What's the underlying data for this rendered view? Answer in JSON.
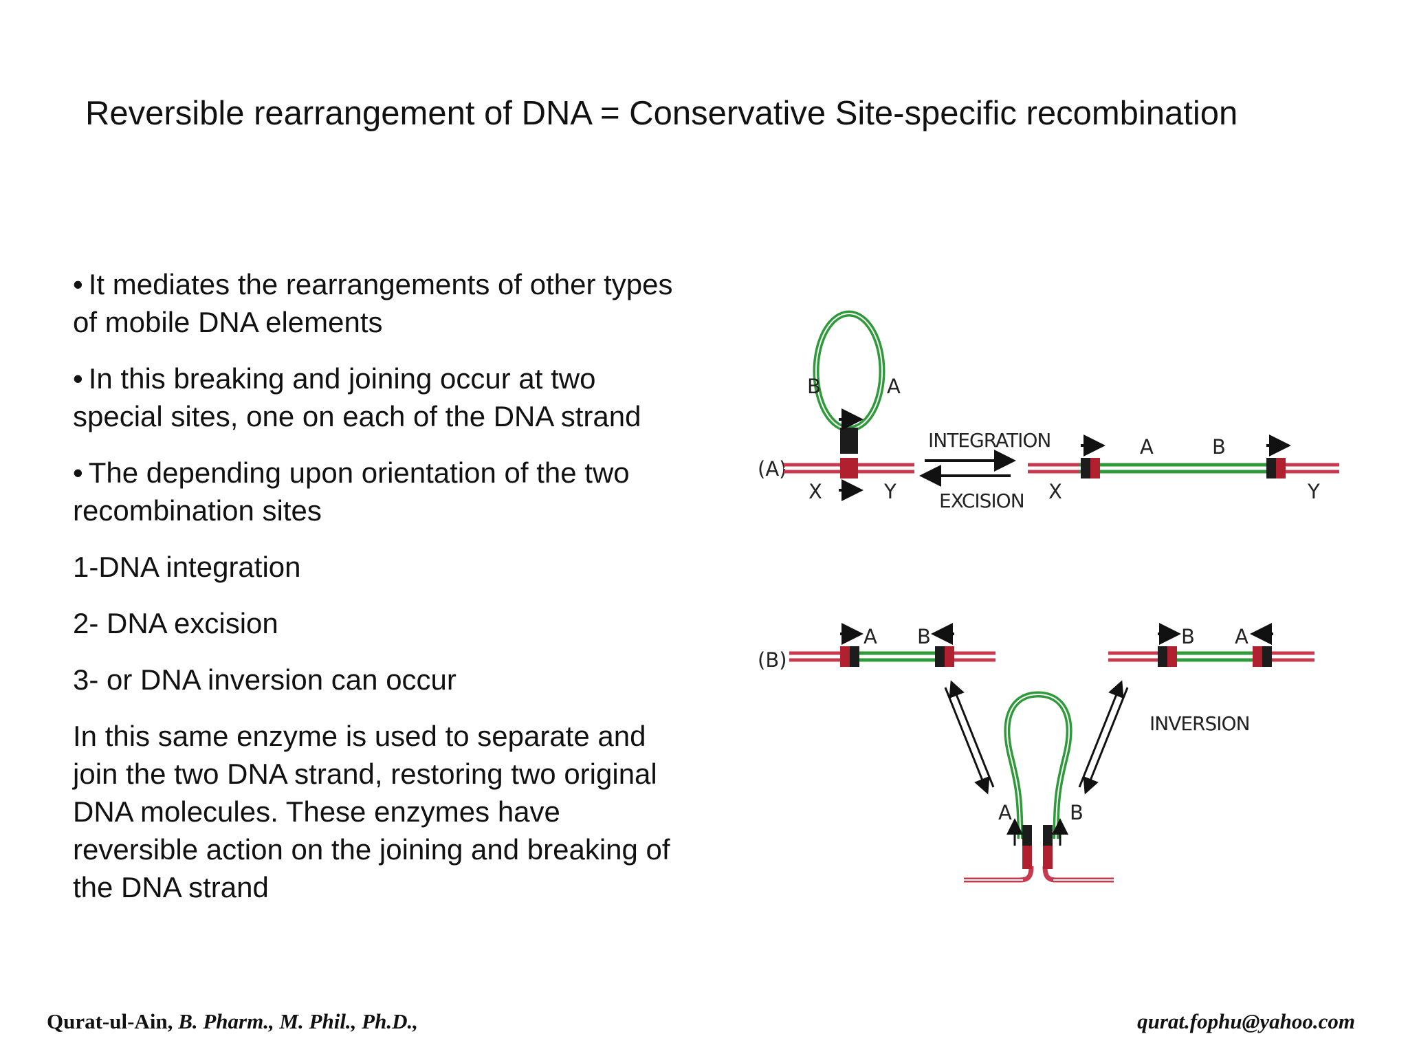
{
  "slide": {
    "title": "Reversible rearrangement of DNA = Conservative Site-specific recombination",
    "bullets": [
      "It mediates the rearrangements of other types of mobile DNA elements",
      "In this breaking and joining occur at two special sites, one on each of the DNA strand",
      "The depending upon orientation of the two recombination sites"
    ],
    "bullet_char": "•",
    "numbered": [
      "1-DNA integration",
      "2- DNA excision",
      "3- or DNA inversion can occur"
    ],
    "paragraph": "In this same enzyme is used to separate and join the two DNA strand, restoring two original DNA molecules. These enzymes have reversible action on the joining and breaking of the DNA strand"
  },
  "figure": {
    "panel_a": {
      "label": "(A)",
      "circle_labels": [
        "B",
        "A"
      ],
      "flank_labels": [
        "X",
        "Y"
      ],
      "forward_label": "INTEGRATION",
      "reverse_label": "EXCISION",
      "product_labels": [
        "A",
        "B"
      ],
      "product_flank_labels": [
        "X",
        "Y"
      ]
    },
    "panel_b": {
      "label": "(B)",
      "left_labels": [
        "A",
        "B"
      ],
      "right_labels": [
        "B",
        "A"
      ],
      "loop_labels": [
        "A",
        "B"
      ],
      "process_label": "INVERSION"
    },
    "colors": {
      "dna_red": "#c8384f",
      "dna_green": "#2e9a3a",
      "site_dark": "#1c1c1c",
      "site_red": "#b0202e"
    }
  },
  "footer": {
    "author": "Qurat-ul-Ain,",
    "qualifications": "B. Pharm., M. Phil., Ph.D.,",
    "email": "qurat.fophu@yahoo.com"
  }
}
